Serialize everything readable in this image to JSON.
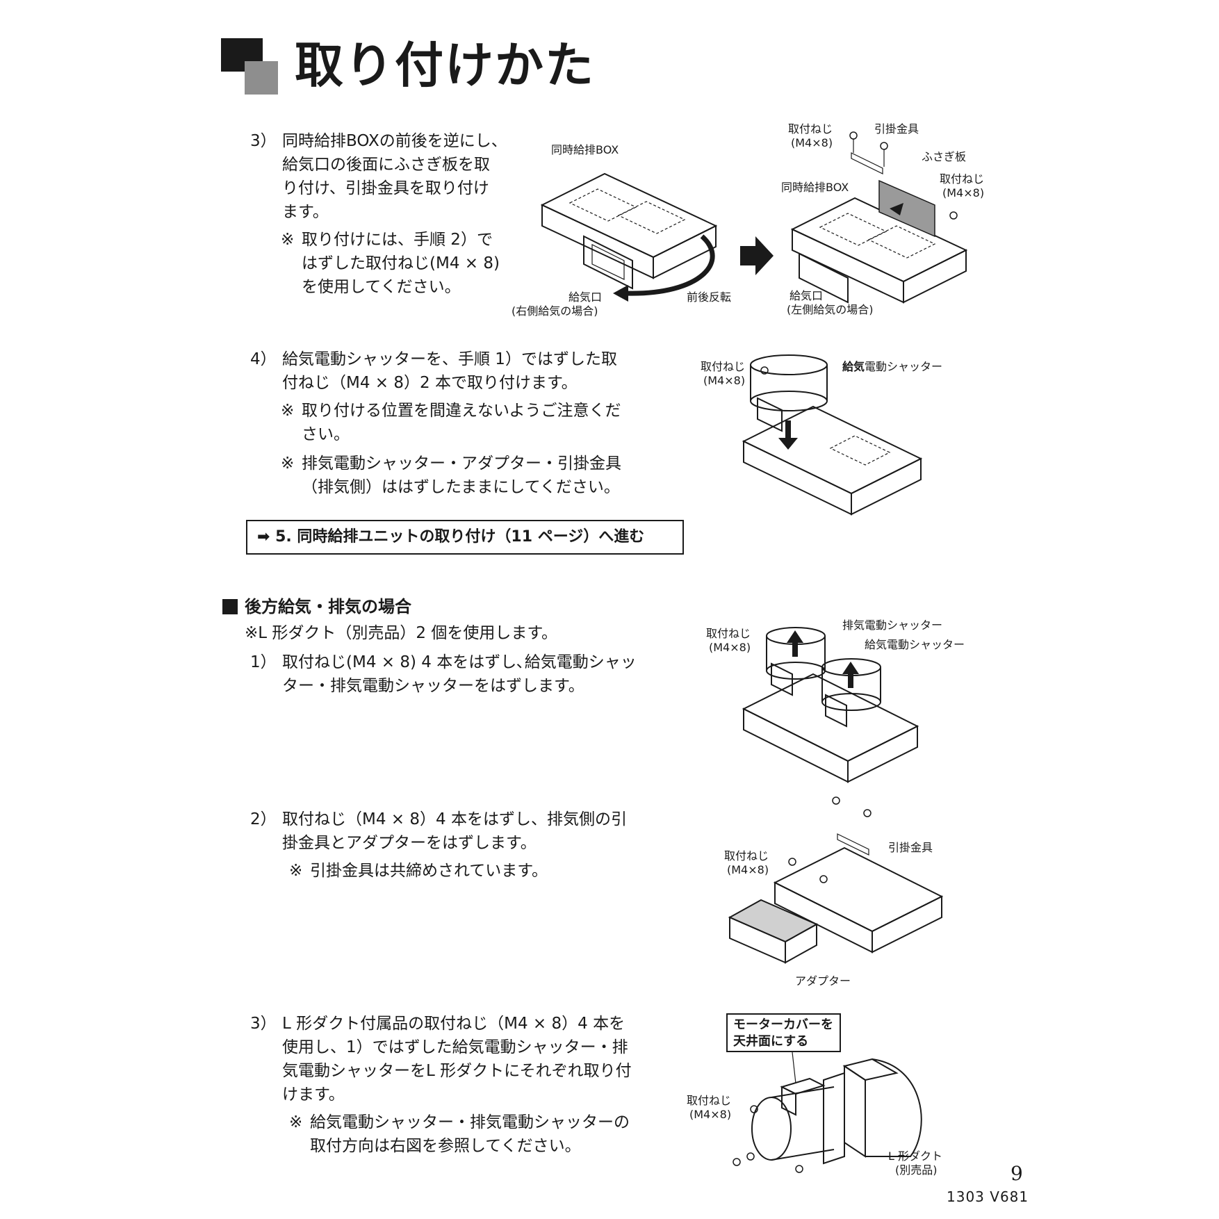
{
  "header": {
    "title": "取り付けかた"
  },
  "step3a": {
    "num": "3）",
    "lines": [
      "同時給排BOXの前後を逆にし、",
      "給気口の後面にふさぎ板を取",
      "り付け、引掛金具を取り付け",
      "ます。"
    ],
    "note_mark": "※",
    "note_lines": [
      "取り付けには、手順 2）で",
      "はずした取付ねじ(M4 × 8)",
      "を使用してください。"
    ]
  },
  "fig1": {
    "box_label": "同時給排BOX",
    "inlet_label": "給気口",
    "inlet_sub": "(右側給気の場合)",
    "rotate_label": "前後反転"
  },
  "fig2": {
    "screw_label": "取付ねじ",
    "screw_size": "(M4×8)",
    "bracket_label": "引掛金具",
    "plate_label": "ふさぎ板",
    "screw2_label": "取付ねじ",
    "screw2_size": "(M4×8)",
    "box_label": "同時給排BOX",
    "inlet_label": "給気口",
    "inlet_sub": "(左側給気の場合)"
  },
  "step4": {
    "num": "4）",
    "lines": [
      "給気電動シャッターを、手順 1）ではずした取",
      "付ねじ（M4 × 8）2 本で取り付けます。"
    ],
    "notes": [
      {
        "mark": "※",
        "lines": [
          "取り付ける位置を間違えないようご注意くだ",
          "さい。"
        ]
      },
      {
        "mark": "※",
        "lines": [
          "排気電動シャッター・アダプター・引掛金具",
          "（排気側）ははずしたままにしてください。"
        ]
      }
    ]
  },
  "fig3": {
    "screw_label": "取付ねじ",
    "screw_size": "(M4×8)",
    "shutter_bold": "給気",
    "shutter_rest": "電動シャッター"
  },
  "goto": {
    "arrow": "➡",
    "text": "5. 同時給排ユニットの取り付け（11 ページ）へ進む"
  },
  "section": {
    "heading": "後方給気・排気の場合",
    "note": "※L 形ダクト（別売品）2 個を使用します。"
  },
  "stepB1": {
    "num": "1）",
    "lines": [
      "取付ねじ(M4 × 8) 4 本をはずし､給気電動シャッ",
      "ター・排気電動シャッターをはずします。"
    ]
  },
  "fig4": {
    "screw_label": "取付ねじ",
    "screw_size": "(M4×8)",
    "exhaust_label": "排気電動シャッター",
    "supply_label": "給気電動シャッター"
  },
  "stepB2": {
    "num": "2）",
    "lines": [
      "取付ねじ（M4 × 8）4 本をはずし、排気側の引",
      "掛金具とアダプターをはずします。"
    ],
    "note_mark": "※",
    "note_text": "引掛金具は共締めされています。"
  },
  "fig5": {
    "screw_label": "取付ねじ",
    "screw_size": "(M4×8)",
    "bracket_label": "引掛金具",
    "adapter_label": "アダプター"
  },
  "stepB3": {
    "num": "3）",
    "lines": [
      "L 形ダクト付属品の取付ねじ（M4 × 8）4 本を",
      "使用し、1）ではずした給気電動シャッター・排",
      "気電動シャッターをL 形ダクトにそれぞれ取り付",
      "けます。"
    ],
    "note_mark": "※",
    "note_lines": [
      "給気電動シャッター・排気電動シャッターの",
      "取付方向は右図を参照してください。"
    ]
  },
  "fig6": {
    "callout_lines": [
      "モーターカバーを",
      "天井面にする"
    ],
    "screw_label": "取付ねじ",
    "screw_size": "(M4×8)",
    "duct_label": "L 形ダクト",
    "duct_sub": "(別売品)"
  },
  "footer": {
    "page": "9",
    "code": "1303  V681"
  }
}
